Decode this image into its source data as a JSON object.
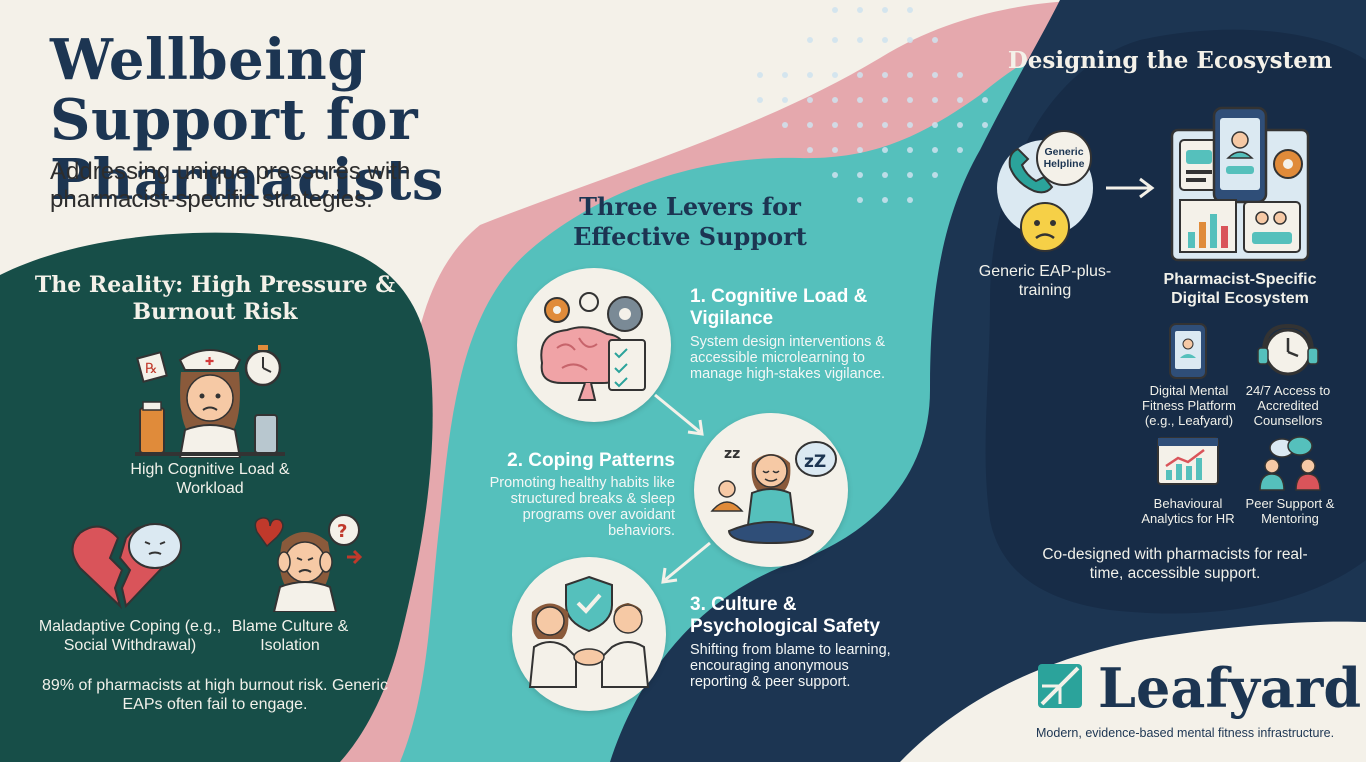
{
  "header": {
    "title": "Wellbeing Support for Pharmacists",
    "subtitle": "Addressing unique pressures with pharmacist-specific strategies."
  },
  "reality": {
    "title": "The Reality: High Pressure & Burnout Risk",
    "items": [
      {
        "label": "High Cognitive Load & Workload",
        "icon": "stressed-pharmacist-icon"
      },
      {
        "label": "Maladaptive Coping (e.g., Social Withdrawal)",
        "icon": "broken-heart-icon"
      },
      {
        "label": "Blame Culture & Isolation",
        "icon": "confused-pharmacist-icon"
      }
    ],
    "stat": "89% of pharmacists at high burnout risk. Generic EAPs often fail to engage."
  },
  "levers": {
    "title": "Three Levers for Effective Support",
    "items": [
      {
        "heading": "1. Cognitive Load & Vigilance",
        "desc": "System design interventions & accessible microlearning to manage high-stakes vigilance.",
        "icon": "brain-gears-icon"
      },
      {
        "heading": "2. Coping Patterns",
        "desc": "Promoting healthy habits like structured breaks & sleep programs over avoidant behaviors.",
        "icon": "meditation-icon"
      },
      {
        "heading": "3. Culture & Psychological Safety",
        "desc": "Shifting from blame to learning, encouraging anonymous reporting & peer support.",
        "icon": "handshake-shield-icon"
      }
    ]
  },
  "ecosystem": {
    "title": "Designing the Ecosystem",
    "generic_bubble": "Generic Helpline",
    "generic_label": "Generic EAP-plus-training",
    "specific_label": "Pharmacist-Specific Digital Ecosystem",
    "features": [
      {
        "label": "Digital Mental Fitness Platform (e.g., Leafyard)",
        "icon": "phone-app-icon"
      },
      {
        "label": "24/7 Access to Accredited Counsellors",
        "icon": "clock-headset-icon"
      },
      {
        "label": "Behavioural Analytics for HR",
        "icon": "analytics-chart-icon"
      },
      {
        "label": "Peer Support & Mentoring",
        "icon": "peer-chat-icon"
      }
    ],
    "footer": "Co-designed with pharmacists for real-time, accessible support."
  },
  "brand": {
    "name": "Leafyard",
    "tagline": "Modern, evidence-based mental fitness infrastructure."
  },
  "colors": {
    "navy": "#1c3552",
    "teal_dark": "#174e48",
    "teal_light": "#55c0bc",
    "pink": "#e5a8ad",
    "cream": "#f4f1e9"
  }
}
